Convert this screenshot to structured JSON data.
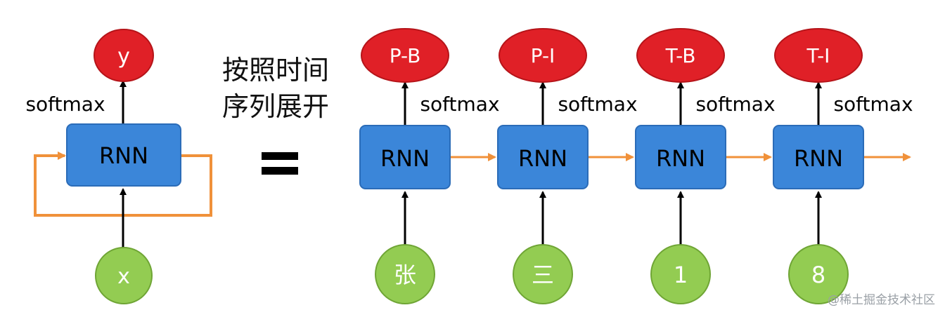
{
  "folded": {
    "output": "y",
    "activation": "softmax",
    "cell": "RNN",
    "input": "x"
  },
  "caption": {
    "line1": "按照时间",
    "line2": "序列展开"
  },
  "equals": "=",
  "unrolled": {
    "activation": "softmax",
    "cell": "RNN",
    "steps": [
      {
        "output": "P-B",
        "input": "张"
      },
      {
        "output": "P-I",
        "input": "三"
      },
      {
        "output": "T-B",
        "input": "1"
      },
      {
        "output": "T-I",
        "input": "8"
      }
    ]
  },
  "watermark": "@稀土掘金技术社区",
  "colors": {
    "output_node": "#e02027",
    "input_node": "#93cc52",
    "cell": "#3b86d9",
    "recurrent_arrow": "#f0913a",
    "arrow": "#000000"
  }
}
